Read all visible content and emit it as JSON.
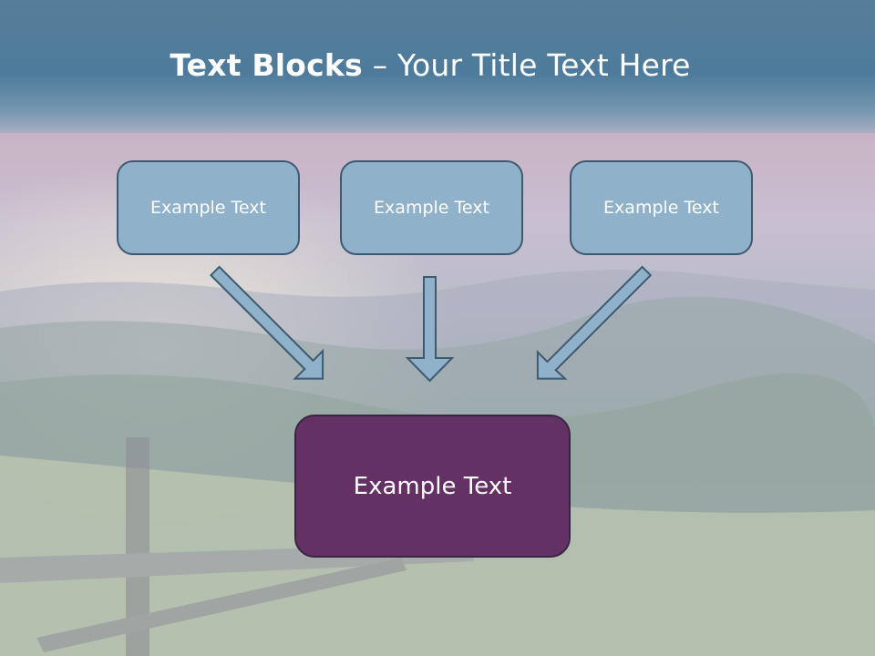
{
  "slide": {
    "title_bold": "Text Blocks",
    "title_rest": " – Your Title Text Here",
    "boxes": [
      "Example Text",
      "Example Text",
      "Example Text"
    ],
    "main_box": "Example Text"
  },
  "colors": {
    "title_bar": "#4e7b9b",
    "box_fill": "#8fb1c9",
    "box_border": "#3e5a70",
    "main_box_fill": "#643165",
    "arrow_fill": "#8fb1c9"
  }
}
